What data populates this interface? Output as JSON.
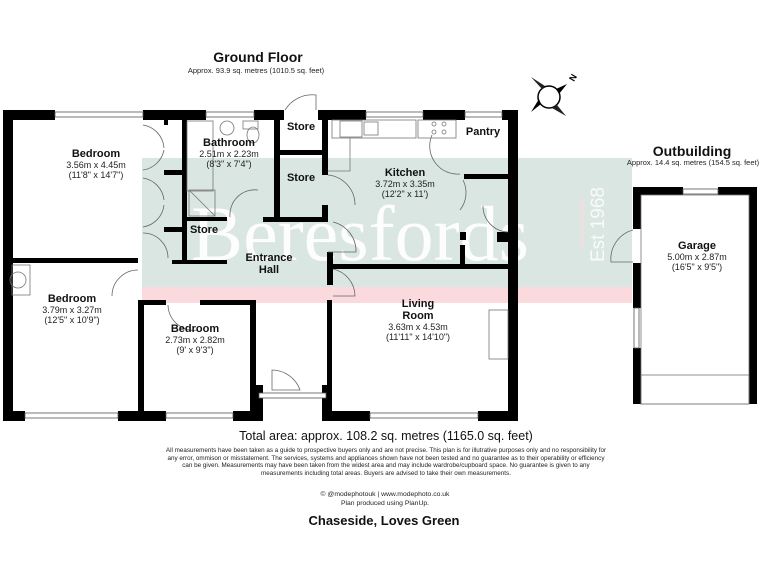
{
  "ground_floor": {
    "title": "Ground Floor",
    "area": "Approx. 93.9 sq. metres (1010.5 sq. feet)"
  },
  "outbuilding": {
    "title": "Outbuilding",
    "area": "Approx. 14.4 sq. metres (154.5 sq. feet)"
  },
  "compass": {
    "label": "N"
  },
  "watermark": {
    "brand": "Beresfords",
    "tagline": "Est 1968",
    "band_color": "#d9e6e1",
    "stripe_color": "#fadadd"
  },
  "rooms": [
    {
      "id": "bedroom-1",
      "name": "Bedroom",
      "metric": "3.56m x 4.45m",
      "imperial": "(11'8\" x 14'7\")"
    },
    {
      "id": "bathroom",
      "name": "Bathroom",
      "metric": "2.51m x 2.23m",
      "imperial": "(8'3\" x 7'4\")"
    },
    {
      "id": "store-1",
      "name": "Store"
    },
    {
      "id": "store-2",
      "name": "Store"
    },
    {
      "id": "store-3",
      "name": "Store"
    },
    {
      "id": "pantry",
      "name": "Pantry"
    },
    {
      "id": "kitchen",
      "name": "Kitchen",
      "metric": "3.72m x 3.35m",
      "imperial": "(12'2\" x 11')"
    },
    {
      "id": "entrance-hall",
      "name": "Entrance Hall",
      "line1": "Entrance",
      "line2": "Hall"
    },
    {
      "id": "bedroom-2",
      "name": "Bedroom",
      "metric": "3.79m x 3.27m",
      "imperial": "(12'5\" x 10'9\")"
    },
    {
      "id": "bedroom-3",
      "name": "Bedroom",
      "metric": "2.73m x 2.82m",
      "imperial": "(9' x 9'3\")"
    },
    {
      "id": "living-room",
      "name": "Living Room",
      "line1": "Living",
      "line2": "Room",
      "metric": "3.63m x 4.53m",
      "imperial": "(11'11\" x 14'10\")"
    },
    {
      "id": "garage",
      "name": "Garage",
      "metric": "5.00m x 2.87m",
      "imperial": "(16'5\" x 9'5\")"
    }
  ],
  "footer": {
    "total_area": "Total area: approx. 108.2 sq. metres (1165.0 sq. feet)",
    "disclaimer": [
      "All measurements have been taken as a guide to prospective buyers only and are not precise. This plan is for illutrative purposes only and no responsibility for",
      "any error, ommison or misstatement. The services, systems and appliances shown have not been tested and no guarantee as to their operability or efficiency",
      "can be given. Measurements may have been taken from the widest area and may include wardrobe/cupboard space. No guarantee is given to any",
      "measurements including total areas. Buyers are advised to take their own measurements."
    ],
    "credit_line1": "© @modephotouk | www.modephoto.co.uk",
    "credit_line2": "Plan produced using PlanUp.",
    "address": "Chaseside, Loves Green"
  }
}
